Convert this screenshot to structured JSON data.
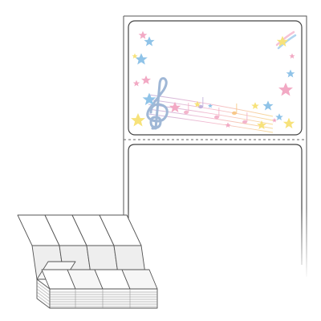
{
  "product": {
    "label_count_per_row": 1,
    "labels_per_sheet": 2,
    "design_theme": "music-stars",
    "colors": {
      "outline": "#444444",
      "perforation": "#666666",
      "star_pink": "#f2a9c4",
      "star_blue": "#8fc3e8",
      "star_yellow": "#f7e27a",
      "treble_clef": "#9fb7d6",
      "stack_face": "#f4f4f4"
    },
    "icons": [
      "treble-clef-icon",
      "star-icon",
      "music-note-icon",
      "shooting-star-icon"
    ]
  }
}
